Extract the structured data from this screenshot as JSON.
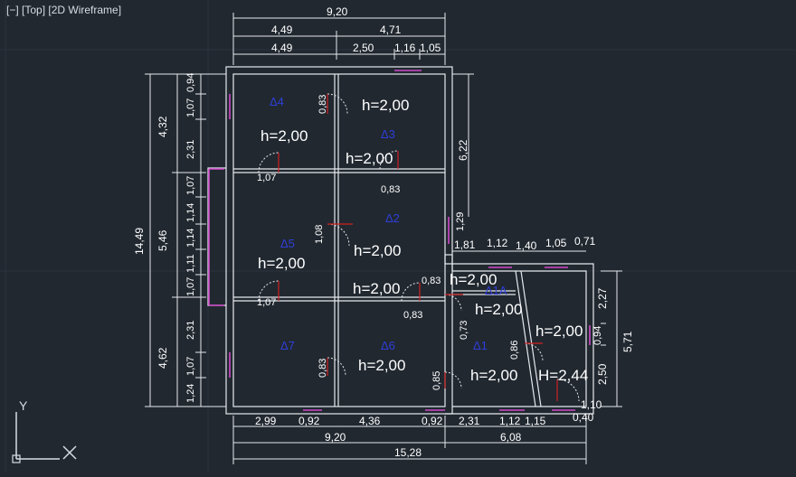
{
  "viewport": {
    "label": "[−] [Top] [2D Wireframe]"
  },
  "ucs": {
    "y_label": "Y",
    "icon": "ucs-icon"
  },
  "dims_top": {
    "overall": "9,20",
    "a": "4,49",
    "b": "4,71",
    "c": "4,49",
    "d": "2,50",
    "e": "1,16",
    "f": "1,05"
  },
  "dims_left": {
    "total": "14,49",
    "g1": "4,32",
    "g2": "5,46",
    "g3": "4,62",
    "s1": "0,94",
    "s2": "1,07",
    "s3": "2,31",
    "s4": "1,07",
    "s5": "1,14",
    "s6": "1,14",
    "s7": "1,11",
    "s8": "1,07",
    "s9": "2,31",
    "s10": "1,07",
    "s11": "1,24"
  },
  "dims_right": {
    "upper": "6,22",
    "step": "1,29",
    "lower": "5,71",
    "r1": "2,27",
    "r2": "0,94",
    "r3": "2,50"
  },
  "dims_annex_top": {
    "a": "1,81",
    "b": "1,12",
    "c": "1,40",
    "d": "1,05",
    "e": "0,71"
  },
  "dims_bottom": {
    "a": "2,99",
    "b": "0,92",
    "c": "4,36",
    "d": "0,92",
    "e": "2,31",
    "f": "1,12",
    "g": "1,15",
    "h": "0,40",
    "i": "1,10",
    "j": "9,20",
    "k": "6,08",
    "total": "15,28"
  },
  "doors": {
    "d1": "0,83",
    "d2": "1,07",
    "d3": "0,83",
    "d4": "1,08",
    "d5": "1,07",
    "d6": "0,83",
    "d7": "0,83",
    "d8": "0,83",
    "d9": "0,73",
    "d10": "0,85",
    "d11": "0,86"
  },
  "heights": {
    "h1": "h=2,00",
    "h2": "h=2,00",
    "h3": "h=2,00",
    "h4": "h=2,00",
    "h5": "h=2,00",
    "h6": "h=2,00",
    "h7": "h=2,00",
    "h8": "h=2,00",
    "h9": "h=2,00",
    "h10": "h=2,00",
    "h11": "h=2,00",
    "h12": "H=2,44"
  },
  "rooms": {
    "r4": "Δ4",
    "r3": "Δ3",
    "r2": "Δ2",
    "r5": "Δ5",
    "r7": "Δ7",
    "r6": "Δ6",
    "r1": "Δ1",
    "r1a": "Δ1A"
  }
}
